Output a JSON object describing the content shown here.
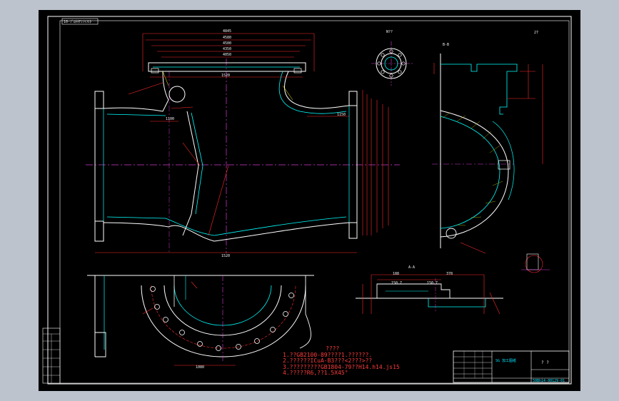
{
  "drawing": {
    "tag_top_left": "10-ﾌﾞﾛﾈﾈﾃﾌﾌﾏﾌﾋﾀ",
    "view_label_top": "N??",
    "view_label_section_b": "B-B",
    "view_label_section_a": "A-A",
    "page_ref": "27"
  },
  "notes": {
    "title": "????",
    "lines": [
      "1.??GB2100-89????1.??????.",
      "2.??????ICuA-B3???<2???>??",
      "3.?????????GB1804-79??H14.h14.js15",
      "4.?????R6,??1.5X45°"
    ]
  },
  "title_block": {
    "name": "?  ?",
    "drawing_no": "50Bh14-00129-01",
    "company": "SG 加工图纸"
  },
  "dimensions": {
    "top_1": "4845",
    "top_2": "4580",
    "top_3": "4500",
    "top_4": "4350",
    "top_5": "4050",
    "main_width": "1520",
    "side_1": "1150",
    "side_2": "1100",
    "bottom_1": "1080",
    "bottom_2": "1520",
    "aa_1": "188",
    "aa_2": "378",
    "aa_3": "150.7",
    "aa_4": "150.7"
  }
}
